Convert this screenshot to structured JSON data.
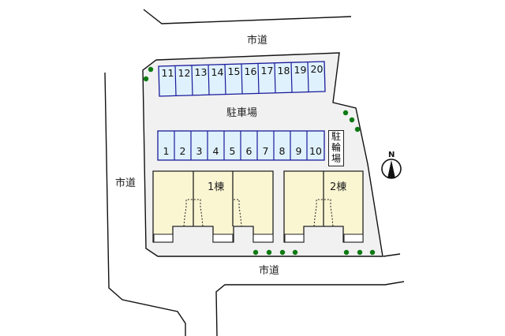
{
  "roads": {
    "top": "市道",
    "left": "市道",
    "bottom": "市道"
  },
  "parking": {
    "label": "駐車場",
    "top_row": [
      "11",
      "12",
      "13",
      "14",
      "15",
      "16",
      "17",
      "18",
      "19",
      "20"
    ],
    "bottom_row": [
      "1",
      "2",
      "3",
      "4",
      "5",
      "6",
      "7",
      "8",
      "9",
      "10"
    ]
  },
  "bicycle_parking": {
    "chars": [
      "駐",
      "輪",
      "場"
    ]
  },
  "buildings": [
    {
      "label": "1棟"
    },
    {
      "label": "2棟"
    }
  ],
  "compass": {
    "label": "N"
  },
  "colors": {
    "lot_fill": "#f1f1f1",
    "slot_fill": "#dff1fc",
    "slot_border": "#1a1a9a",
    "building_fill": "#fbf6d2",
    "tree": "#0d7a12",
    "line": "#111111"
  }
}
